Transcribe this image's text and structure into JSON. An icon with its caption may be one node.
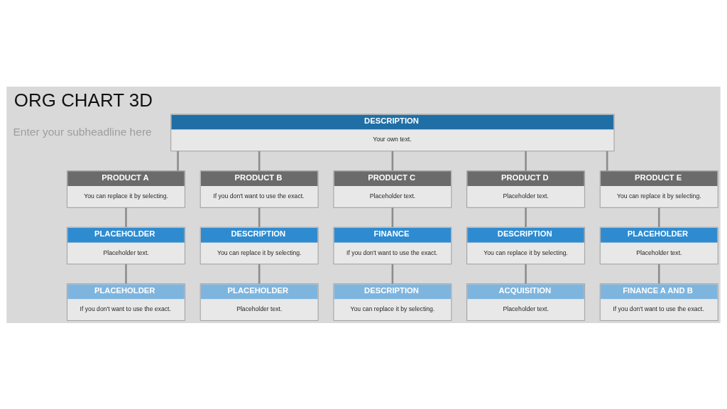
{
  "diagram": {
    "title": "ORG CHART 3D",
    "nodes": [
      {
        "text": [
          "DESCRIPTION",
          "Your own text."
        ]
      },
      {
        "text": [
          "PRODUCT A",
          "You can replace it by selecting."
        ]
      },
      {
        "text": [
          "PRODUCT B",
          "If you don't want to use the exact."
        ]
      },
      {
        "text": [
          "PRODUCT C",
          "Placeholder text."
        ]
      },
      {
        "text": [
          "PRODUCT D",
          "Placeholder text."
        ]
      },
      {
        "text": [
          "PRODUCT E",
          "You can replace it by selecting."
        ]
      },
      {
        "text": [
          "PLACEHOLDER",
          "Placeholder text."
        ]
      },
      {
        "text": [
          "DESCRIPTION",
          "You can replace it by selecting."
        ]
      },
      {
        "text": [
          "FINANCE",
          "If you don't want to use the exact."
        ]
      },
      {
        "text": [
          "DESCRIPTION",
          "You can replace it by selecting."
        ]
      },
      {
        "text": [
          "PLACEHOLDER",
          "Placeholder text."
        ]
      },
      {
        "text": [
          "PLACEHOLDER",
          "If you don't want to use the exact."
        ]
      },
      {
        "text": [
          "PLACEHOLDER",
          "Placeholder text."
        ]
      },
      {
        "text": [
          "DESCRIPTION",
          "You can replace it by selecting."
        ]
      },
      {
        "text": [
          "ACQUISITION",
          "Placeholder text."
        ]
      },
      {
        "text": [
          "FINANCE A AND B",
          "If you don't want to use the exact."
        ]
      }
    ],
    "edges": [
      {
        "from": 0,
        "to": 1,
        "arrow": "none"
      },
      {
        "from": 0,
        "to": 2,
        "arrow": "none"
      },
      {
        "from": 0,
        "to": 3,
        "arrow": "none"
      },
      {
        "from": 0,
        "to": 4,
        "arrow": "none"
      },
      {
        "from": 0,
        "to": 5,
        "arrow": "none"
      },
      {
        "from": 1,
        "to": 6,
        "arrow": "none"
      },
      {
        "from": 2,
        "to": 7,
        "arrow": "none"
      },
      {
        "from": 3,
        "to": 8,
        "arrow": "none"
      },
      {
        "from": 4,
        "to": 9,
        "arrow": "none"
      },
      {
        "from": 5,
        "to": 10,
        "arrow": "none"
      },
      {
        "from": 6,
        "to": 11,
        "arrow": "none"
      },
      {
        "from": 7,
        "to": 12,
        "arrow": "none"
      },
      {
        "from": 8,
        "to": 13,
        "arrow": "none"
      },
      {
        "from": 9,
        "to": 14,
        "arrow": "none"
      },
      {
        "from": 10,
        "to": 15,
        "arrow": "none"
      }
    ],
    "labels": [
      "Enter your subheadline here"
    ]
  }
}
